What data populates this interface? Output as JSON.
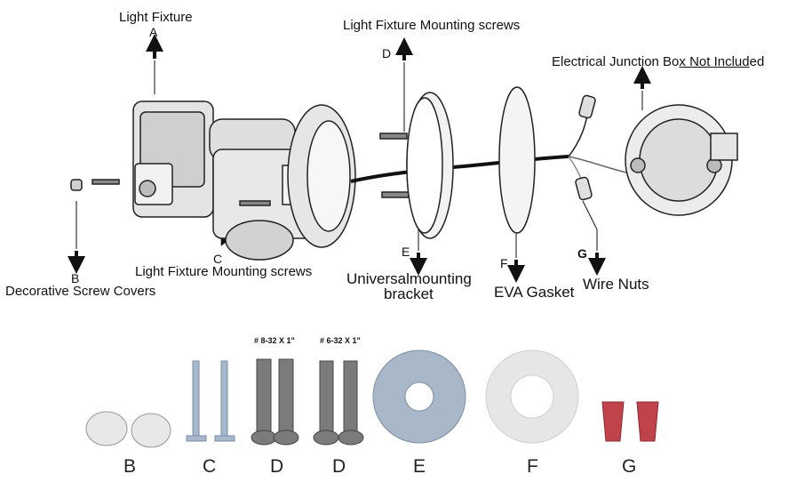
{
  "callouts": {
    "a_title": "Light Fixture",
    "a_letter": "A",
    "b_letter": "B",
    "b_title": "Decorative Screw Covers",
    "c_letter": "C",
    "c_title": "Light Fixture Mounting screws",
    "d_title": "Light Fixture Mounting screws",
    "d_letter": "D",
    "junction_plain": "Electrical Junction Bo",
    "junction_underlined": "x Not Includ",
    "junction_tail": "ed",
    "e_letter": "E",
    "e_title_1": "Universalmounting",
    "e_title_2": "bracket",
    "f_letter": "F",
    "f_title": "EVA Gasket",
    "g_letter": "G",
    "g_title": "Wire Nuts"
  },
  "parts": {
    "b": "B",
    "c": "C",
    "d1": "D",
    "d2": "D",
    "e": "E",
    "f": "F",
    "g": "G",
    "d1_spec": "# 8-32 X 1\"",
    "d2_spec": "# 6-32 X 1\""
  },
  "colors": {
    "ink": "#111111",
    "fixture_body": "#dcdcdc",
    "bracket_blue": "#a9b8c8",
    "gasket": "#e6e6e6",
    "wire_nut_red": "#c0424a",
    "screw_gray": "#6e6e6e",
    "screw_blue": "#9fb0c4"
  }
}
